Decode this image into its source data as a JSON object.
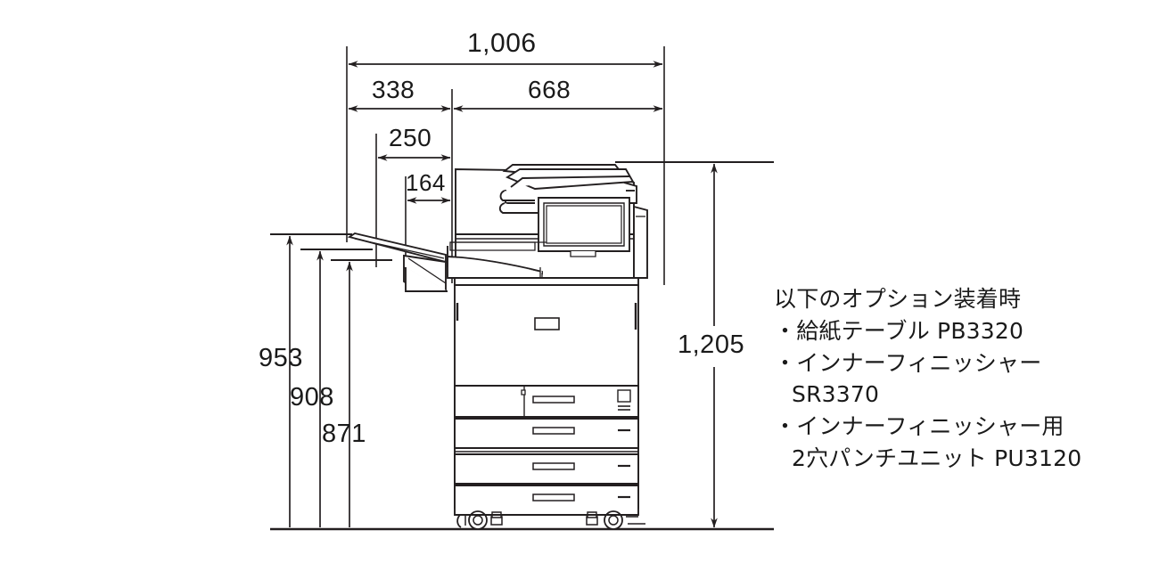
{
  "drawing": {
    "title": "MFP side-view dimension drawing",
    "units": "mm",
    "line_color": "#231f20",
    "text_color": "#1a1a1a",
    "background": "#ffffff"
  },
  "dimensions": {
    "overall_width": "1,006",
    "left_segment_width": "338",
    "right_segment_width": "668",
    "finisher_tray_depth": "250",
    "finisher_body_offset": "164",
    "overall_height": "1,205",
    "height_tray_top": "953",
    "height_mid": "908",
    "height_low": "871"
  },
  "notes": {
    "heading": "以下のオプション装着時",
    "items": [
      "・給紙テーブル PB3320",
      "・インナーフィニッシャー",
      "SR3370",
      "・インナーフィニッシャー用",
      "2穴パンチユニット PU3120"
    ]
  },
  "machine": {
    "label": "multifunction-printer-side-view",
    "parts": [
      "document-feeder",
      "control-panel",
      "inner-finisher-tray",
      "scanner-unit",
      "main-body",
      "paper-tray-1",
      "paper-tray-2",
      "paper-tray-3",
      "paper-tray-4",
      "casters"
    ]
  }
}
